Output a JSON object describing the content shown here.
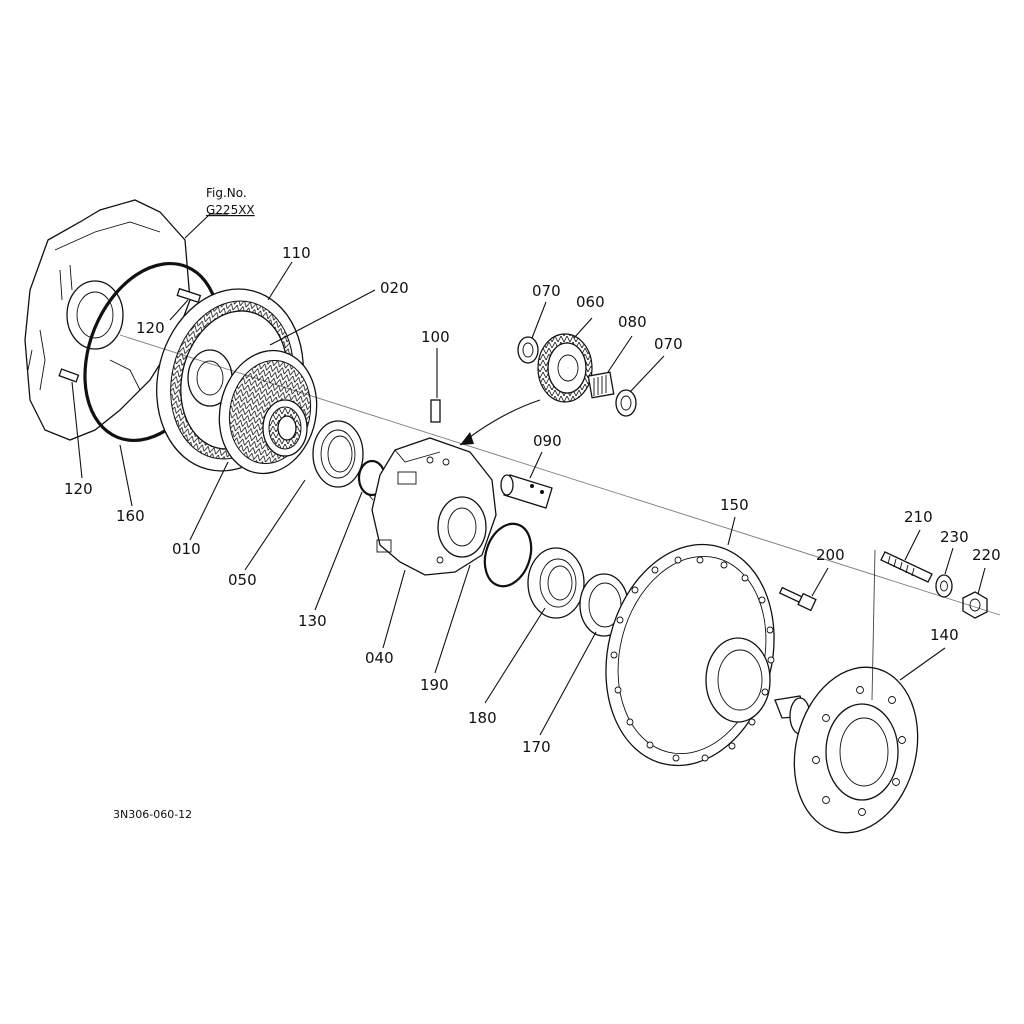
{
  "figure_ref": {
    "line1": "Fig.No.",
    "line2": "G225XX"
  },
  "drawing_code": "3N306-060-12",
  "labels": {
    "p010": "010",
    "p020": "020",
    "p040": "040",
    "p050": "050",
    "p060": "060",
    "p070a": "070",
    "p070b": "070",
    "p080": "080",
    "p090": "090",
    "p100": "100",
    "p110": "110",
    "p120a": "120",
    "p120b": "120",
    "p130": "130",
    "p140": "140",
    "p150": "150",
    "p160": "160",
    "p170": "170",
    "p180": "180",
    "p190": "190",
    "p200": "200",
    "p210": "210",
    "p220": "220",
    "p230": "230"
  }
}
